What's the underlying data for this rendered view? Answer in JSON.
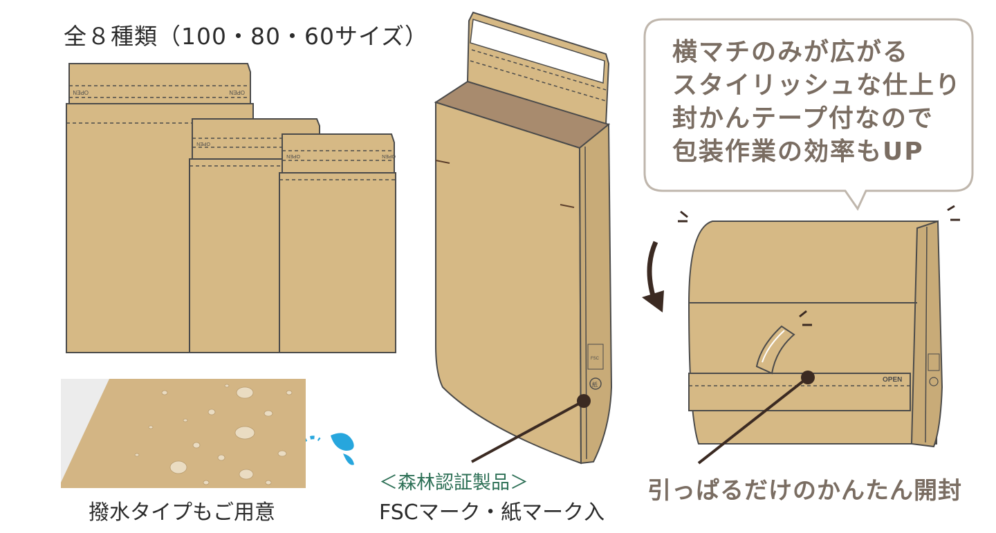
{
  "variants_caption": "全８種類（100・80・60サイズ）",
  "water_caption": "撥水タイプもご用意",
  "fsc": {
    "heading": "＜森林認証製品＞",
    "caption": "FSCマーク・紙マーク入"
  },
  "bubble_lines": [
    "横マチのみが広がる",
    "スタイリッシュな仕上り",
    "封かんテープ付なので",
    "包装作業の効率もUP"
  ],
  "pull_caption": "引っぱるだけのかんたん開封",
  "labels": {
    "open": "OPEN",
    "fsc_mark": "FSC",
    "paper_mark": "紙"
  },
  "colors": {
    "kraft": "#d6b985",
    "kraft_dark": "#b79a6a",
    "outline": "#4a4a4a",
    "inner": "#a88b6e",
    "bubble_text": "#7a6d62",
    "fsc_green": "#2c6f55",
    "water_blue": "#27a6dd",
    "leader": "#3b2a22"
  }
}
